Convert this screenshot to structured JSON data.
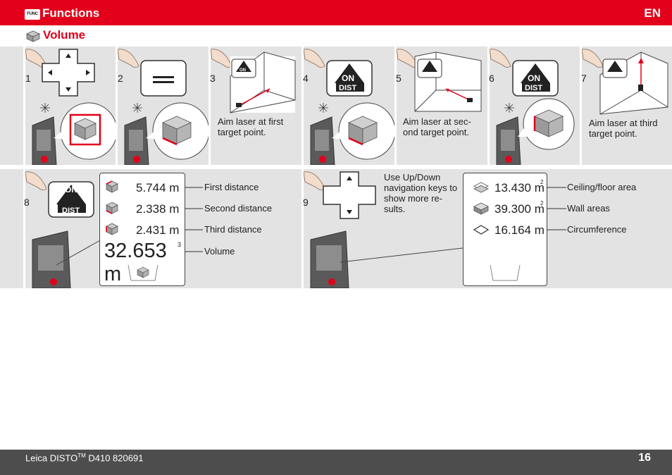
{
  "header": {
    "title": "Functions",
    "lang": "EN",
    "func_icon": "FUNC"
  },
  "section": {
    "title": "Volume",
    "icon": "cube-icon"
  },
  "steps_row1": [
    {
      "num": "1"
    },
    {
      "num": "2"
    },
    {
      "num": "3",
      "caption_l1": "Aim laser at first",
      "caption_l2": "target point."
    },
    {
      "num": "4"
    },
    {
      "num": "5",
      "caption_l1": "Aim laser at sec-",
      "caption_l2": "ond target point."
    },
    {
      "num": "6"
    },
    {
      "num": "7",
      "caption_l1": "Aim laser at third",
      "caption_l2": "target point."
    }
  ],
  "buttons": {
    "on": "ON",
    "dist": "DIST"
  },
  "step8": {
    "num": "8",
    "rows": [
      {
        "value": "5.744",
        "unit": "m",
        "label": "First distance"
      },
      {
        "value": "2.338",
        "unit": "m",
        "label": "Second distance"
      },
      {
        "value": "2.431",
        "unit": "m",
        "label": "Third distance"
      }
    ],
    "result": {
      "value": "32.653",
      "unit": "m",
      "exp": "3",
      "label": "Volume"
    }
  },
  "step9": {
    "num": "9",
    "hint_lines": [
      "Use Up/Down",
      "navigation keys to",
      "show more re-",
      "sults."
    ],
    "rows": [
      {
        "value": "13.430",
        "unit": "m",
        "exp": "2",
        "label": "Ceiling/floor area"
      },
      {
        "value": "39.300",
        "unit": "m",
        "exp": "2",
        "label": "Wall areas"
      },
      {
        "value": "16.164",
        "unit": "m",
        "exp": "",
        "label": "Circumference"
      }
    ]
  },
  "footer": {
    "model_prefix": "Leica DISTO",
    "tm": "TM",
    "model_suffix": " D410 820691",
    "page": "16"
  },
  "colors": {
    "brand_red": "#e2001a",
    "panel_gray": "#e3e3e3",
    "footer_gray": "#4d4d4d"
  }
}
